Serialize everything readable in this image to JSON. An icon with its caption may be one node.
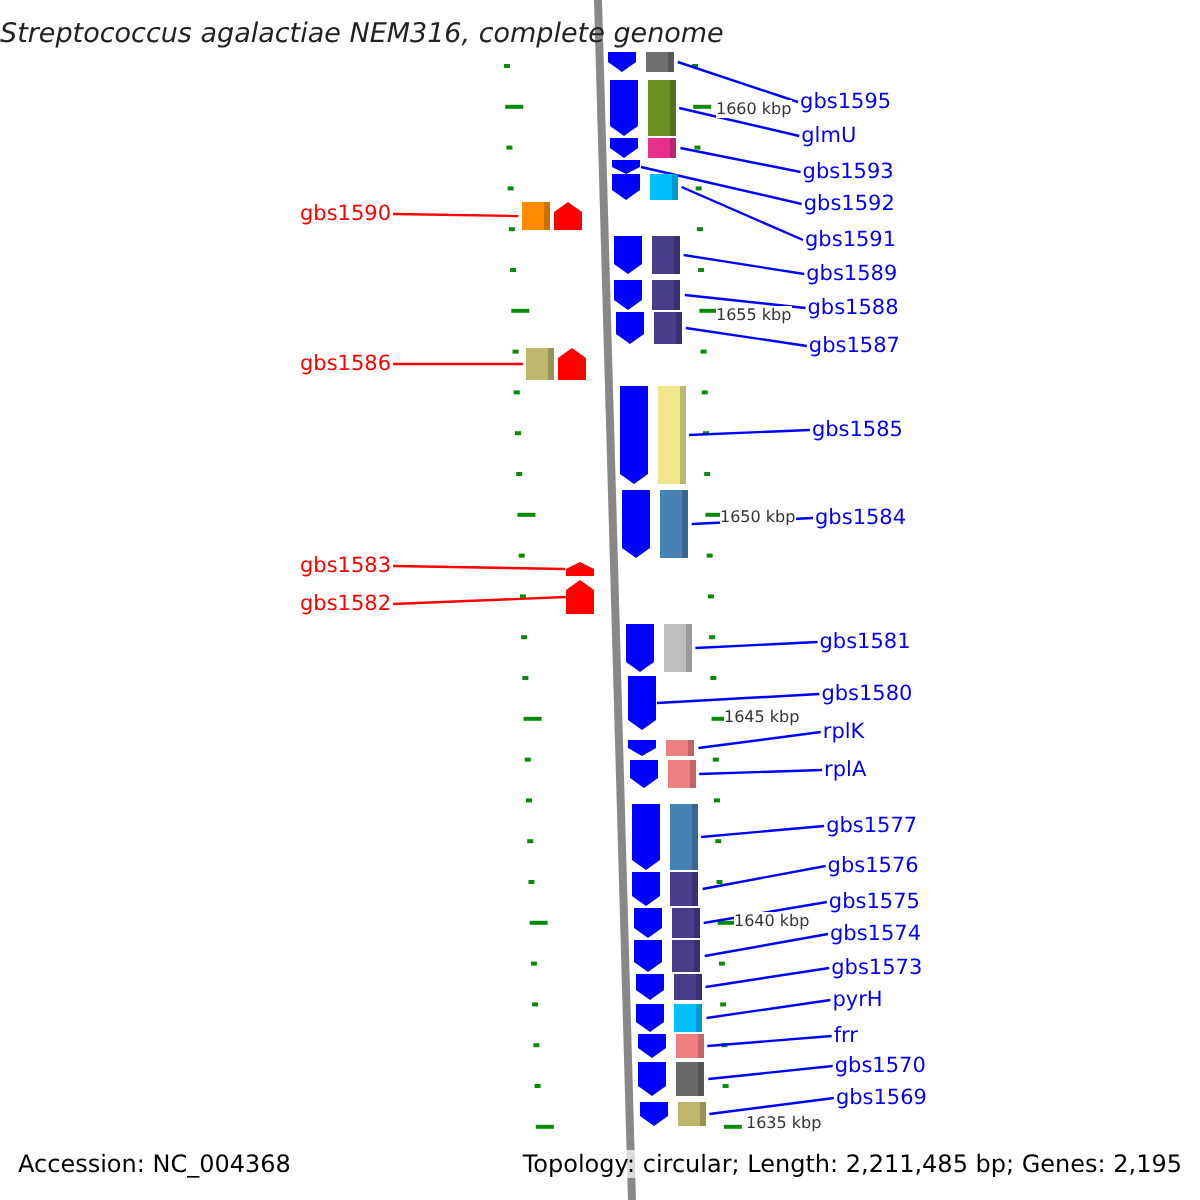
{
  "diagram": {
    "title": "Streptococcus agalactiae NEM316, complete genome",
    "nodes": [
      {
        "text": [
          "gbs1595"
        ]
      },
      {
        "text": [],
        "shape": "arrow"
      },
      {
        "text": [
          "glmU"
        ]
      },
      {
        "text": [],
        "shape": "arrow"
      },
      {
        "text": [
          "gbs1593"
        ]
      },
      {
        "text": [],
        "shape": "arrow"
      },
      {
        "text": [
          "gbs1592"
        ]
      },
      {
        "text": [],
        "shape": "arrow"
      },
      {
        "text": [
          "gbs1590"
        ]
      },
      {
        "text": [],
        "shape": "arrow"
      },
      {
        "text": [
          "gbs1591"
        ]
      },
      {
        "text": [],
        "shape": "arrow"
      },
      {
        "text": [
          "gbs1589"
        ]
      },
      {
        "text": [],
        "shape": "arrow"
      },
      {
        "text": [
          "gbs1588"
        ]
      },
      {
        "text": [],
        "shape": "arrow"
      },
      {
        "text": [
          "gbs1587"
        ]
      },
      {
        "text": [],
        "shape": "arrow"
      },
      {
        "text": [
          "gbs1586"
        ]
      },
      {
        "text": [],
        "shape": "arrow"
      },
      {
        "text": [
          "gbs1585"
        ]
      },
      {
        "text": [],
        "shape": "arrow"
      },
      {
        "text": [
          "gbs1584"
        ]
      },
      {
        "text": [],
        "shape": "arrow"
      },
      {
        "text": [
          "gbs1583"
        ]
      },
      {
        "text": [],
        "shape": "arrow"
      },
      {
        "text": [
          "gbs1582"
        ]
      },
      {
        "text": [],
        "shape": "arrow"
      },
      {
        "text": [
          "gbs1581"
        ]
      },
      {
        "text": [],
        "shape": "arrow"
      },
      {
        "text": [
          "gbs1580"
        ]
      },
      {
        "text": [],
        "shape": "arrow"
      },
      {
        "text": [
          "rplK"
        ]
      },
      {
        "text": [],
        "shape": "arrow"
      },
      {
        "text": [
          "rplA"
        ]
      },
      {
        "text": [],
        "shape": "arrow"
      },
      {
        "text": [
          "gbs1577"
        ]
      },
      {
        "text": [],
        "shape": "arrow"
      },
      {
        "text": [
          "gbs1576"
        ]
      },
      {
        "text": [],
        "shape": "arrow"
      },
      {
        "text": [
          "gbs1575"
        ]
      },
      {
        "text": [],
        "shape": "arrow"
      },
      {
        "text": [
          "gbs1574"
        ]
      },
      {
        "text": [],
        "shape": "arrow"
      },
      {
        "text": [
          "gbs1573"
        ]
      },
      {
        "text": [],
        "shape": "arrow"
      },
      {
        "text": [
          "pyrH"
        ]
      },
      {
        "text": [],
        "shape": "arrow"
      },
      {
        "text": [
          "frr"
        ]
      },
      {
        "text": [],
        "shape": "arrow"
      },
      {
        "text": [
          "gbs1570"
        ]
      },
      {
        "text": [],
        "shape": "arrow"
      },
      {
        "text": [
          "gbs1569"
        ]
      },
      {
        "text": [],
        "shape": "arrow"
      }
    ],
    "edges": [
      {
        "from": 0,
        "to": 1,
        "arrow": "none"
      },
      {
        "from": 2,
        "to": 3,
        "arrow": "none"
      },
      {
        "from": 4,
        "to": 5,
        "arrow": "none"
      },
      {
        "from": 6,
        "to": 7,
        "arrow": "none"
      },
      {
        "from": 8,
        "to": 9,
        "arrow": "none",
        "color": "#ff0000"
      },
      {
        "from": 10,
        "to": 11,
        "arrow": "none"
      },
      {
        "from": 12,
        "to": 13,
        "arrow": "none"
      },
      {
        "from": 14,
        "to": 15,
        "arrow": "none"
      },
      {
        "from": 16,
        "to": 17,
        "arrow": "none"
      },
      {
        "from": 18,
        "to": 19,
        "arrow": "none",
        "color": "#ff0000"
      },
      {
        "from": 20,
        "to": 21,
        "arrow": "none"
      },
      {
        "from": 22,
        "to": 23,
        "arrow": "none"
      },
      {
        "from": 24,
        "to": 25,
        "arrow": "none",
        "color": "#ff0000"
      },
      {
        "from": 26,
        "to": 27,
        "arrow": "none",
        "color": "#ff0000"
      },
      {
        "from": 28,
        "to": 29,
        "arrow": "none"
      },
      {
        "from": 30,
        "to": 31,
        "arrow": "none"
      },
      {
        "from": 32,
        "to": 33,
        "arrow": "none"
      },
      {
        "from": 34,
        "to": 35,
        "arrow": "none"
      },
      {
        "from": 36,
        "to": 37,
        "arrow": "none"
      },
      {
        "from": 38,
        "to": 39,
        "arrow": "none"
      },
      {
        "from": 40,
        "to": 41,
        "arrow": "none"
      },
      {
        "from": 42,
        "to": 43,
        "arrow": "none"
      },
      {
        "from": 44,
        "to": 45,
        "arrow": "none"
      },
      {
        "from": 46,
        "to": 47,
        "arrow": "none"
      },
      {
        "from": 48,
        "to": 49,
        "arrow": "none"
      },
      {
        "from": 50,
        "to": 51,
        "arrow": "none"
      },
      {
        "from": 52,
        "to": 53,
        "arrow": "none"
      }
    ],
    "labels": [
      "1660 kbp",
      "1655 kbp",
      "1650 kbp",
      "1645 kbp",
      "1640 kbp",
      "1635 kbp",
      "Accession: NC_004368",
      "Topology: circular; Length: 2,211,485 bp; Genes: 2,195"
    ]
  }
}
